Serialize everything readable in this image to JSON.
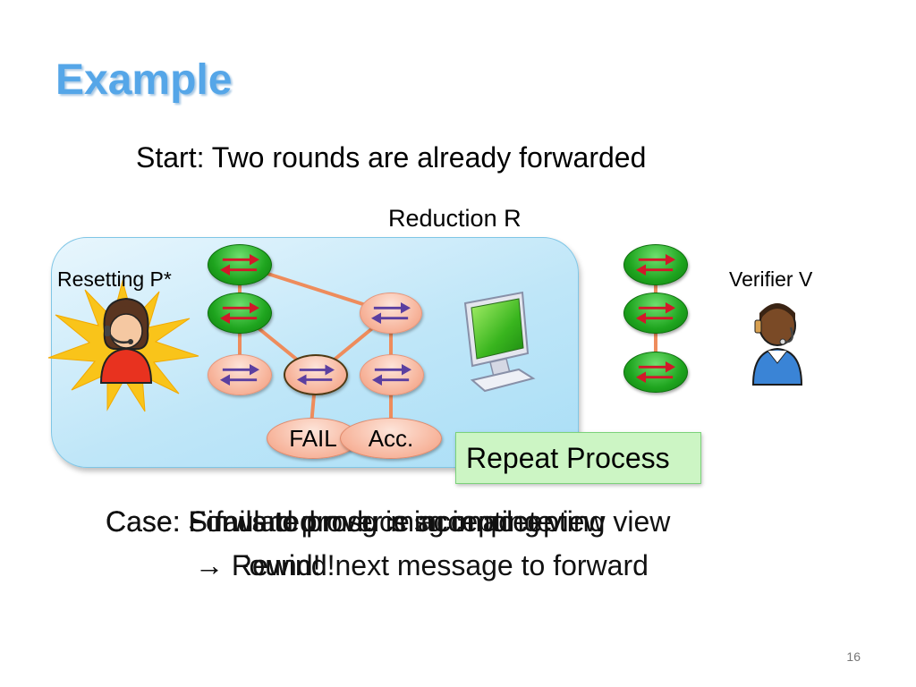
{
  "slide": {
    "title": "Example",
    "subtitle": "Start: Two rounds are already forwarded",
    "page_number": "16"
  },
  "diagram": {
    "reduction_label": "Reduction R",
    "prover_label": "Resetting P*",
    "verifier_label": "Verifier V",
    "outcomes": {
      "fail": "FAIL",
      "accept": "Acc."
    },
    "repeat_button": "Repeat Process",
    "colors": {
      "forwarded_node": "#1fa51f",
      "rewound_node": "#f7b49b",
      "box": "#bfe6f8",
      "edge": "#ee8c5c",
      "title": "#55a6e8"
    }
  },
  "case_text": {
    "line1_layers": [
      "Case: Forward prover msg in accepting view",
      "Case: S fails to produce accepting view",
      "Case: Simulated msg is incomplete"
    ],
    "line2_layers": [
      "→ Rewind next message to forward",
      "→ Rewind!",
      "→ Found!"
    ]
  },
  "icons": [
    "female-headset-avatar-icon",
    "starburst-icon",
    "male-headset-avatar-icon",
    "computer-monitor-icon",
    "swap-arrows-icon"
  ]
}
